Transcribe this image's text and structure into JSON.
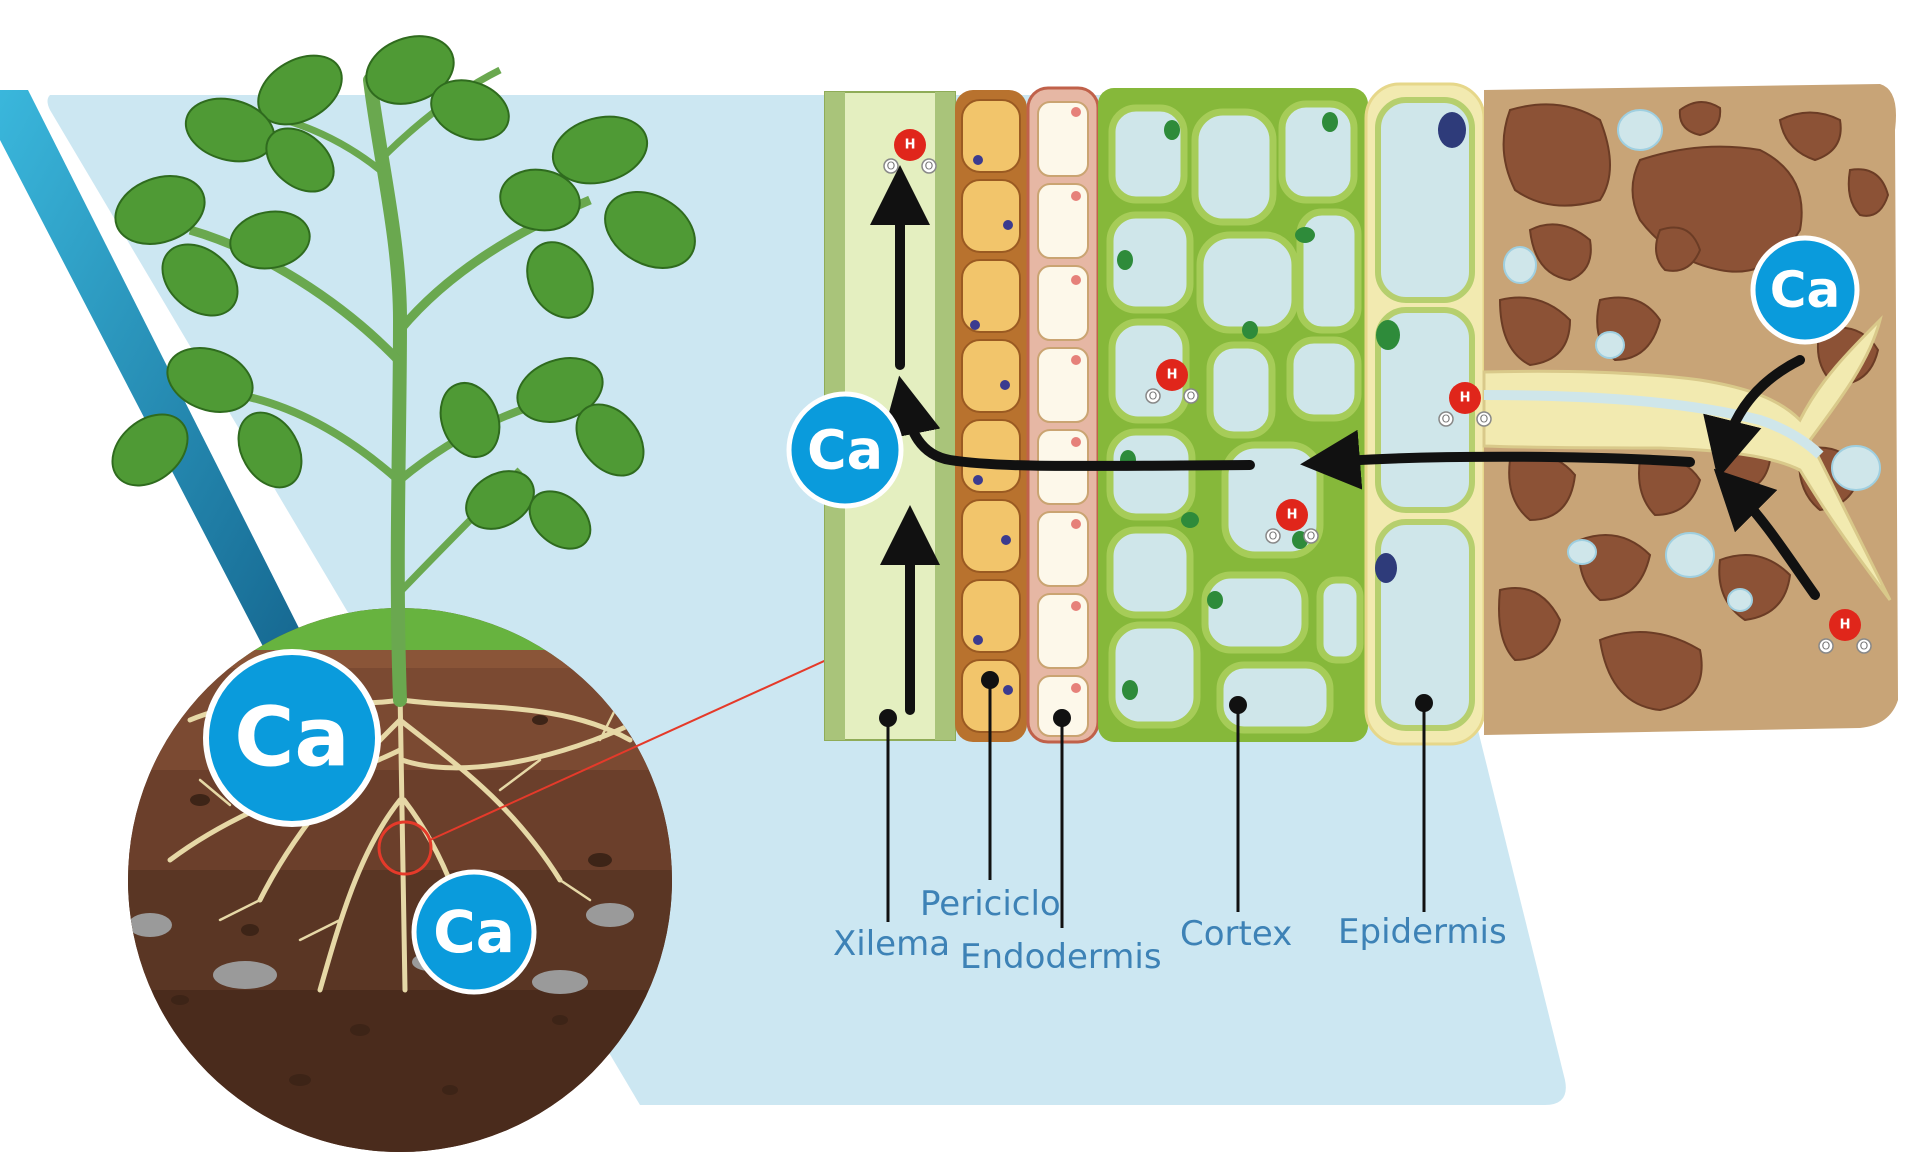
{
  "labels": {
    "xylem": "Xilema",
    "pericycle": "Periciclo",
    "endodermis": "Endodermis",
    "cortex": "Cortex",
    "epidermis": "Epidermis"
  },
  "ion_symbol": "Ca",
  "water_molecule": {
    "hydrogen": "H",
    "oxygen": "O"
  },
  "colors": {
    "calcium_badge": "#0a9bdc",
    "background_panel": "#cce7f2",
    "soil": "#7b4a32",
    "cortex": "#86b83a",
    "water_atom": "#e0261b"
  }
}
